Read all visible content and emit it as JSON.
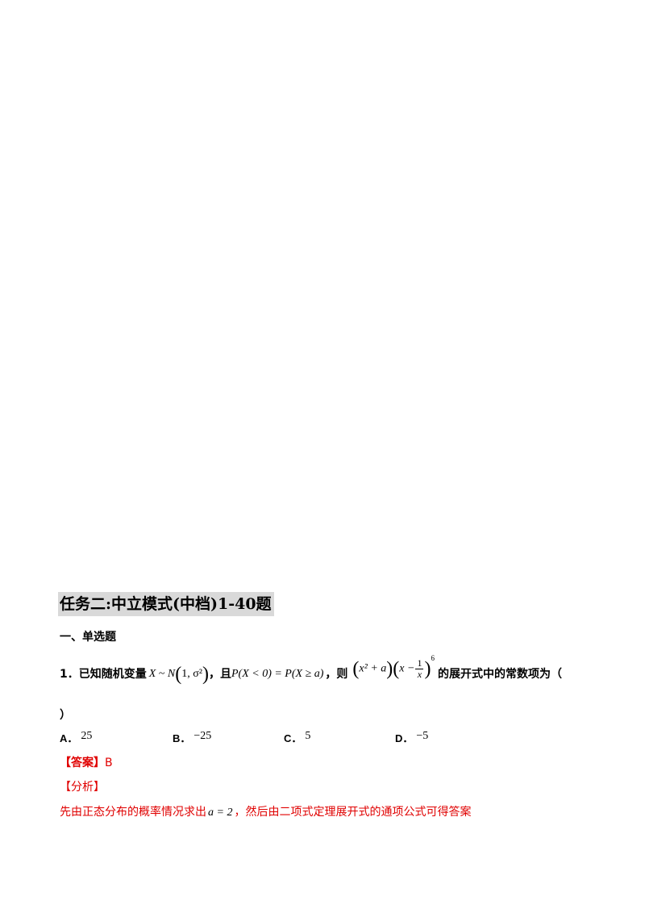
{
  "section_title": "任务二:中立模式(中档)1-40题",
  "subhead": "一、单选题",
  "question": {
    "number": "1．",
    "text1": "已知随机变量",
    "dist_lhs": "X",
    "dist_tilde": " ~ ",
    "dist_name": "N",
    "dist_params": "1, σ²",
    "text2": "，且",
    "cond": "P(X < 0) = P(X ≥ a)",
    "text3": "，则",
    "factor1": "x² + a",
    "factor2_x": "x −",
    "frac_num": "1",
    "frac_den": "x",
    "exponent": "6",
    "text4": "的展开式中的常数项为（",
    "close": "）"
  },
  "options": [
    {
      "letter": "A．",
      "value": "25"
    },
    {
      "letter": "B．",
      "value": "−25"
    },
    {
      "letter": "C．",
      "value": "5"
    },
    {
      "letter": "D．",
      "value": "−5"
    }
  ],
  "answer": {
    "tag": "【答案】",
    "value": "B"
  },
  "analysis": {
    "tag": "【分析】",
    "text1": "先由正态分布的概率情况求出",
    "math": "a = 2",
    "text2": "，然后由二项式定理展开式的通项公式可得答案"
  }
}
